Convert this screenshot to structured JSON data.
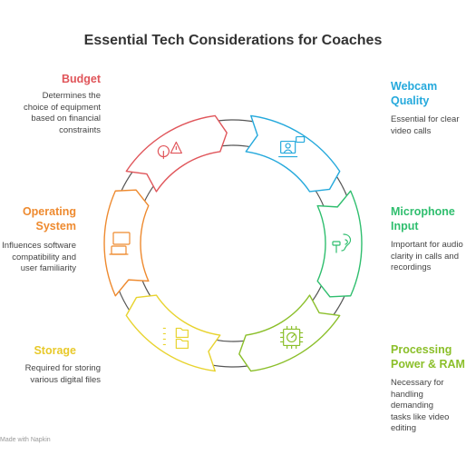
{
  "title": "Essential Tech Considerations for Coaches",
  "colors": {
    "budget": "#e0555a",
    "webcam": "#25a9dc",
    "microphone": "#2fbe6e",
    "processing": "#8bbf2a",
    "storage": "#e8d32e",
    "os": "#ee8a2f",
    "ring": "#ffffff",
    "ring_stroke": "#4a4a4a"
  },
  "items": {
    "budget": {
      "label": "Budget",
      "desc": [
        "Determines the",
        "choice of equipment",
        "based on financial",
        "constraints"
      ],
      "icon": "budget-icon"
    },
    "webcam": {
      "label": [
        "Webcam",
        "Quality"
      ],
      "desc": [
        "Essential for clear",
        "video calls"
      ],
      "icon": "webcam-icon"
    },
    "microphone": {
      "label": [
        "Microphone",
        "Input"
      ],
      "desc": [
        "Important for audio",
        "clarity in calls and",
        "recordings"
      ],
      "icon": "microphone-icon"
    },
    "processing": {
      "label": [
        "Processing",
        "Power & RAM"
      ],
      "desc": [
        "Necessary for",
        "handling demanding",
        "tasks like video",
        "editing"
      ],
      "icon": "cpu-icon"
    },
    "storage": {
      "label": "Storage",
      "desc": [
        "Required for storing",
        "various digital files"
      ],
      "icon": "folders-icon"
    },
    "os": {
      "label": [
        "Operating",
        "System"
      ],
      "desc": [
        "Influences software",
        "compatibility and",
        "user familiarity"
      ],
      "icon": "devices-icon"
    }
  },
  "credit": "Made with Napkin"
}
